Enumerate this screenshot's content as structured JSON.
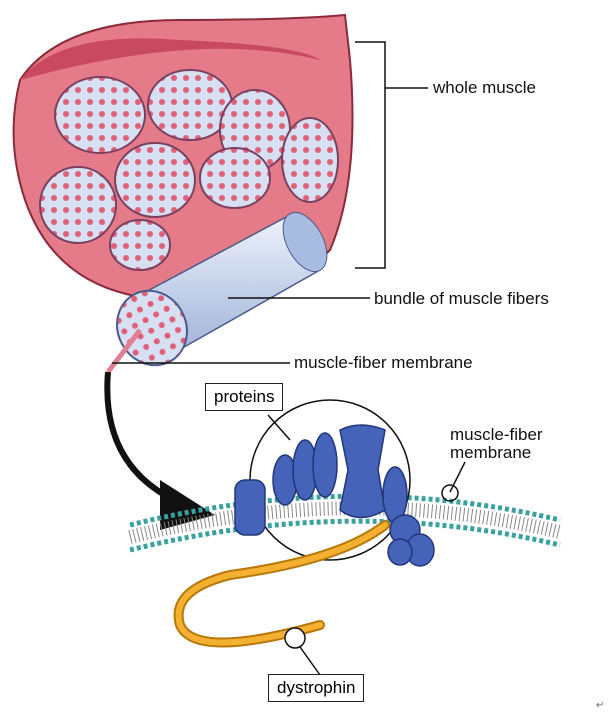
{
  "labels": {
    "whole_muscle": "whole muscle",
    "bundle": "bundle of muscle fibers",
    "membrane_top": "muscle-fiber membrane",
    "proteins": "proteins",
    "membrane_right_line1": "muscle-fiber",
    "membrane_right_line2": "membrane",
    "dystrophin": "dystrophin",
    "corner_mark": "↵"
  },
  "colors": {
    "muscle": "#e07080",
    "muscle_dark": "#b8405a",
    "fascicle": "#c9d6ee",
    "fiber_dot": "#e0607a",
    "protein": "#3f5fb5",
    "membrane_head": "#3aa0a0",
    "dystrophin": "#f0a020"
  }
}
